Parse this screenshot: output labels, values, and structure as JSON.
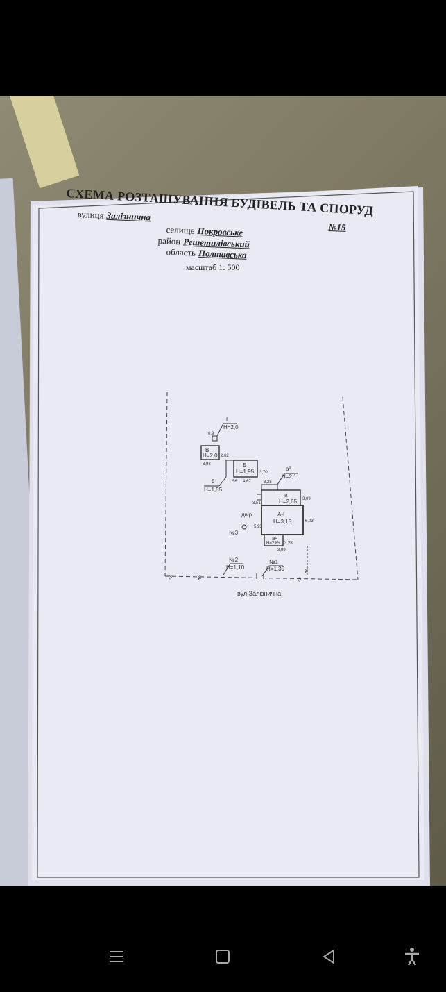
{
  "document": {
    "title": "СХЕМА РОЗТАШУВАННЯ БУДІВЕЛЬ ТА СПОРУД",
    "street_label": "вулиця",
    "street_value": "Залізнична",
    "number_value": "№15",
    "settlement_label": "селище",
    "settlement_value": "Покровське",
    "district_label": "район",
    "district_value": "Решетилівський",
    "region_label": "область",
    "region_value": "Полтавська",
    "scale": "масштаб 1: 500"
  },
  "plan": {
    "building_g": "Г",
    "building_g_h": "Н=2,0",
    "building_v": "В",
    "building_v_h": "Н=2,0",
    "building_b": "Б",
    "building_b_h": "Н=1,95",
    "building_b_small": "б",
    "building_b_small_h": "Н=1,55",
    "building_a2": "а²",
    "building_a2_h": "Н=2,1",
    "building_a": "а",
    "building_a_h": "Н=2,65",
    "building_a1": "А-І",
    "building_a1_h": "Н=3,15",
    "building_a1_small": "а¹",
    "building_a1_small_h": "Н=2,65",
    "yard": "двір",
    "yard_no": "№3",
    "gate2": "№2",
    "gate2_h": "Н=1,10",
    "gate1": "№1",
    "gate1_h": "Н=1,30",
    "street_name": "вул.Залізнична",
    "dims": {
      "d_0_9": "0,9",
      "d_3_98": "3,98",
      "d_2_62": "2,62",
      "d_1_56": "1,56",
      "d_4_67": "4,67",
      "d_3_70": "3,70",
      "d_3_25": "3,25",
      "d_3_51": "3,51",
      "d_3_09": "3,09",
      "d_5_93": "5,93",
      "d_6_03": "6,03",
      "d_3_99": "3,99",
      "d_3_28": "3,28"
    }
  }
}
